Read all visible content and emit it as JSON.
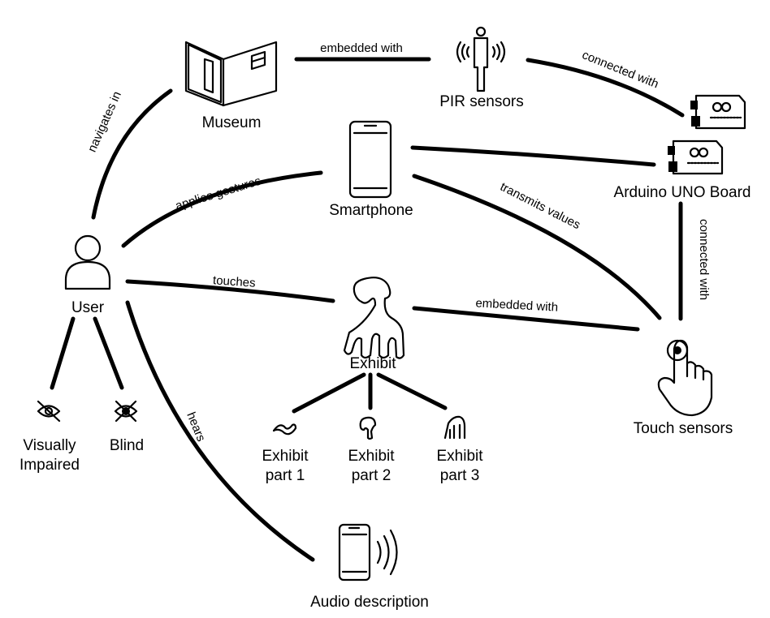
{
  "nodes": {
    "museum": "Museum",
    "pir": "PIR sensors",
    "smartphone": "Smartphone",
    "arduino": "Arduino UNO Board",
    "user": "User",
    "exhibit": "Exhibit",
    "touch": "Touch sensors",
    "visually_impaired": [
      "Visually",
      "Impaired"
    ],
    "blind": "Blind",
    "part1": [
      "Exhibit",
      "part 1"
    ],
    "part2": [
      "Exhibit",
      "part 2"
    ],
    "part3": [
      "Exhibit",
      "part 3"
    ],
    "audio": "Audio description"
  },
  "edges": {
    "embedded_pir": "embedded with",
    "connected_arduino": "connected with",
    "navigates": "navigates in",
    "gestures": "applies gestures",
    "transmits": "transmits values",
    "connected_touch": "connected with",
    "touches": "touches",
    "embedded_touch": "embedded with",
    "hears": "hears"
  }
}
